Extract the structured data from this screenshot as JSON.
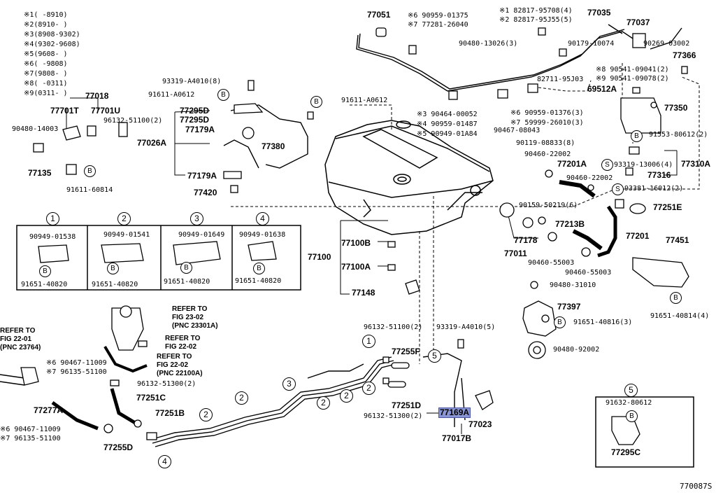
{
  "footer_code": "770087S",
  "legend": [
    {
      "mark": "※1",
      "range": "(      -8910)"
    },
    {
      "mark": "※2",
      "range": "(8910-      )"
    },
    {
      "mark": "※3",
      "range": "(8908-9302)"
    },
    {
      "mark": "※4",
      "range": "(9302-9608)"
    },
    {
      "mark": "※5",
      "range": "(9608-      )"
    },
    {
      "mark": "※6",
      "range": "(      -9808)"
    },
    {
      "mark": "※7",
      "range": "(9808-      )"
    },
    {
      "mark": "※8",
      "range": "(      -0311)"
    },
    {
      "mark": "※9",
      "range": "(0311-      )"
    }
  ],
  "detail_boxes": [
    {
      "num": "1",
      "part": "90949-01538",
      "screw": "91651-40820"
    },
    {
      "num": "2",
      "part": "90949-01541",
      "screw": "91651-40820"
    },
    {
      "num": "3",
      "part": "90949-01649",
      "screw": "91651-40820"
    },
    {
      "num": "4",
      "part": "90949-01638",
      "screw": "91651-40820"
    }
  ],
  "box5": {
    "num": "5",
    "part": "91632-80612",
    "item": "77295C",
    "letter": "B"
  },
  "refs": {
    "ref1": [
      "REFER TO",
      "FIG 23-02",
      "(PNC 23301A)"
    ],
    "ref2": [
      "REFER TO",
      "FIG 22-02"
    ],
    "ref3": [
      "REFER TO",
      "FIG 22-02",
      "(PNC 22100A)"
    ],
    "ref4": [
      "REFER TO",
      "FIG 22-01",
      "(PNC 23764)"
    ]
  },
  "labels": {
    "l77018": "77018",
    "l77701t": "77701T",
    "l77701u": "77701U",
    "l90480_14003": "90480-14003",
    "l96132_51100_2": "96132-51100(2)",
    "l77135": "77135",
    "l91611_60814": "91611-60814",
    "l93319_a4010_8": "93319-A4010(8)",
    "l91611_a0612a": "91611-A0612",
    "l77295d_1": "77295D",
    "l77295d_2": "77295D",
    "l77179a_1": "77179A",
    "l77026a": "77026A",
    "l77380": "77380",
    "l77179a_2": "77179A",
    "l77420": "77420",
    "l91611_a0612b": "91611-A0612",
    "l77051": "77051",
    "l_s6_90959_01375": "※6 90959-01375",
    "l_s7_77281_26040": "※7 77281-26040",
    "l90480_13026_3": "90480-13026(3)",
    "l_s1_82817_95708": "※1 82817-95708(4)",
    "l_s2_82817_95j55": "※2 82817-95J55(5)",
    "l77035": "77035",
    "l77037": "77037",
    "l90179_10074": "90179-10074",
    "l90269_03002": "90269-03002",
    "l77366": "77366",
    "l82711_95j03": "82711-95J03",
    "l_s8_90541_09041": "※8 90541-09041(2)",
    "l_s9_90541_09078": "※9 90541-09078(2)",
    "l69512a": "69512A",
    "l77350": "77350",
    "l91553_80612": "91553-80612(2)",
    "l_s3_90464_00052": "※3 90464-00052",
    "l_s4_90959_01487": "※4 90959-01487",
    "l_s5_90949_01a84": "※5 90949-01A84",
    "l90467_08043": "90467-08043",
    "l_s6_90959_01376": "※6 90959-01376(3)",
    "l_s7_59999_26010": "※7 59999-26010(3)",
    "l90119_08833": "90119-08833(8)",
    "l90460_22002a": "90460-22002",
    "l77201a": "77201A",
    "l90460_22002b": "90460-22002",
    "l93319_13006": "93319-13006(4)",
    "l77310a": "77310A",
    "l77316": "77316",
    "l93381_16012": "93381-16012(2)",
    "l90159_50219": "90159-50219(6)",
    "l77251e": "77251E",
    "l77213b": "77213B",
    "l77201": "77201",
    "l77178": "77178",
    "l77011": "77011",
    "l90460_55003a": "90460-55003",
    "l90460_55003b": "90460-55003",
    "l77451": "77451",
    "l91651_40814": "91651-40814(4)",
    "l77100": "77100",
    "l77100b": "77100B",
    "l77100a": "77100A",
    "l77148": "77148",
    "l90480_31010": "90480-31010",
    "l77397": "77397",
    "l91651_40816": "91651-40816(3)",
    "l90480_92002": "90480-92002",
    "l96132_51100_2b": "96132-51100(2)",
    "l93319_a4010_5": "93319-A4010(5)",
    "l77255f": "77255F",
    "l77251d": "77251D",
    "l96132_51300_2a": "96132-51300(2)",
    "l77169a": "77169A",
    "l77023": "77023",
    "l77017b": "77017B",
    "l_s6_90467_11009a": "※6 90467-11009",
    "l_s7_96135_51100a": "※7 96135-51100",
    "l96132_51300_2b": "96132-51300(2)",
    "l77251c": "77251C",
    "l77251b": "77251B",
    "l77277a": "77277A",
    "l_s6_90467_11009b": "※6 90467-11009",
    "l_s7_96135_51100b": "※7 96135-51100",
    "l77255d": "77255D"
  },
  "b_marker": "B",
  "s_marker": "S",
  "accent_color": "#8a95d4"
}
